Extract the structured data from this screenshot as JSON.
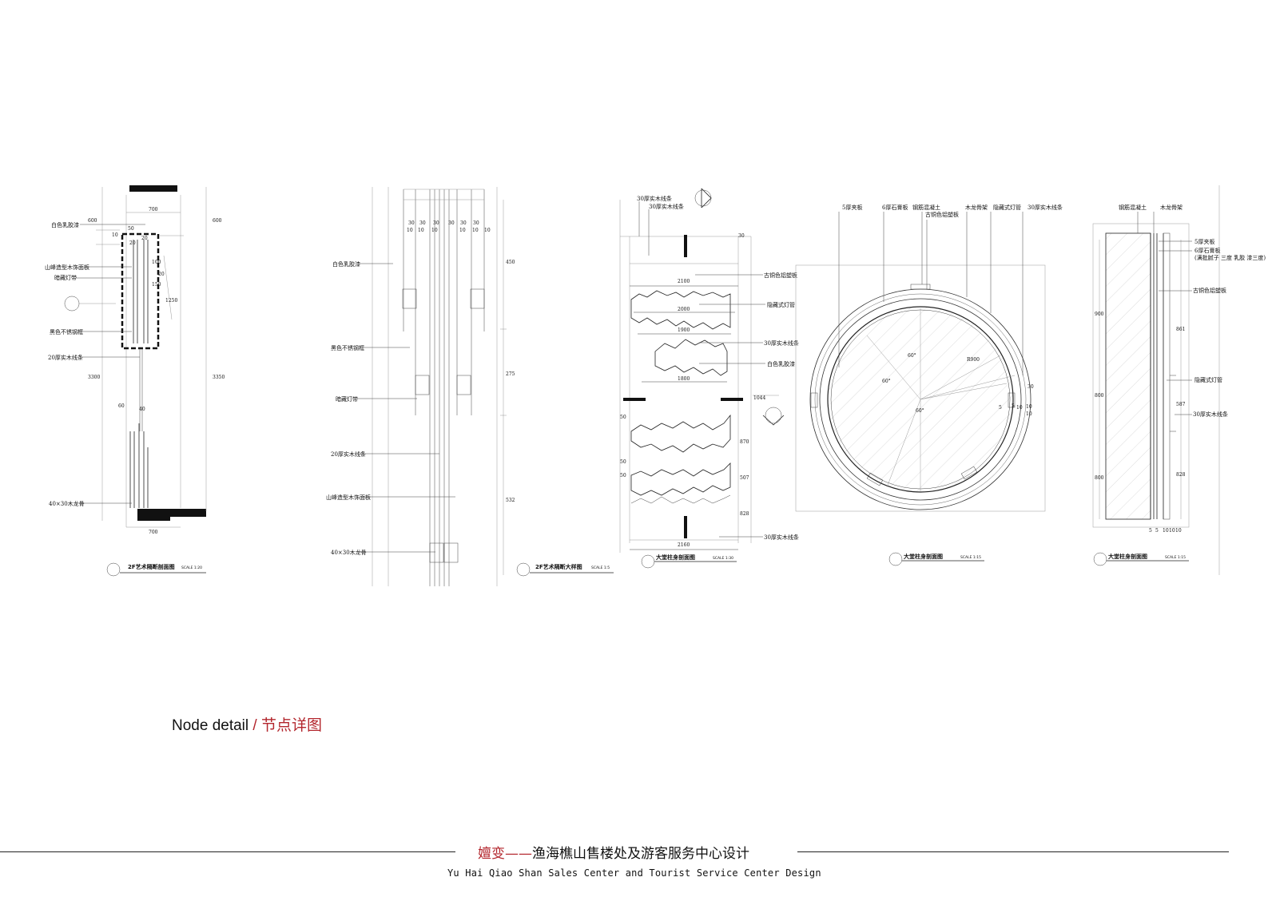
{
  "caption": {
    "english": "Node detail",
    "separator": " / ",
    "chinese": "节点详图"
  },
  "footer": {
    "brand": "嬗变",
    "dash": "——",
    "title": "渔海樵山售楼处及游客服务中心设计",
    "subtitle": "Yu Hai Qiao Shan Sales Center and Tourist Service Center Design"
  },
  "colors": {
    "accent": "#b3262d",
    "ink": "#111111"
  },
  "drawings": {
    "d1": {
      "title": "2F艺术隔断剖面图",
      "scale": "SCALE 1:20",
      "labels": [
        "白色乳胶漆",
        "山峰造型木饰面板",
        "暗藏灯带",
        "黑色不锈钢框",
        "20厚实木线条",
        "40×30木龙骨"
      ],
      "dims": [
        "700",
        "50",
        "20",
        "10",
        "20",
        "100",
        "20",
        "150",
        "1250",
        "60",
        "40",
        "3300",
        "3350",
        "600",
        "600",
        "700"
      ]
    },
    "d2": {
      "title": "2F艺术隔断大样图",
      "scale": "SCALE 1:5",
      "labels": [
        "白色乳胶漆",
        "黑色不锈钢框",
        "暗藏灯带",
        "20厚实木线条",
        "山峰造型木饰面板",
        "40×30木龙骨"
      ],
      "dims": [
        "30",
        "30",
        "30",
        "30",
        "30",
        "30",
        "10",
        "10",
        "10",
        "10",
        "10",
        "10",
        "450",
        "275",
        "532"
      ]
    },
    "d3": {
      "title": "大堂柱身剖面图",
      "scale": "SCALE 1:30",
      "labels": [
        "30厚实木线条",
        "30厚实木线条",
        "古铜色铝塑板",
        "隐藏式灯管",
        "30厚实木线条",
        "白色乳胶漆",
        "30厚实木线条"
      ],
      "dims": [
        "30",
        "2100",
        "2000",
        "1900",
        "1800",
        "50",
        "50",
        "50",
        "870",
        "507",
        "828",
        "1044",
        "2160"
      ]
    },
    "d4": {
      "title": "大堂柱身剖面图",
      "scale": "SCALE 1:15",
      "labels": [
        "5厚夹板",
        "6厚石膏板",
        "钢筋混凝土",
        "古铜色铝塑板",
        "木龙骨架",
        "隐藏式灯管",
        "30厚实木线条"
      ],
      "dims": [
        "60°",
        "60°",
        "60°",
        "R900",
        "30",
        "5",
        "5",
        "10",
        "10",
        "10"
      ]
    },
    "d5": {
      "title": "大堂柱身剖面图",
      "scale": "SCALE 1:15",
      "labels": [
        "钢筋混凝土",
        "木龙骨架",
        "5厚夹板",
        "6厚石膏板",
        "(满批腻子 三度 乳胶 漆三度)",
        "古铜色铝塑板",
        "隐藏式灯管",
        "30厚实木线条"
      ],
      "dims": [
        "900",
        "800",
        "800",
        "861",
        "587",
        "828",
        "5",
        "5",
        "10",
        "10",
        "10"
      ]
    }
  }
}
